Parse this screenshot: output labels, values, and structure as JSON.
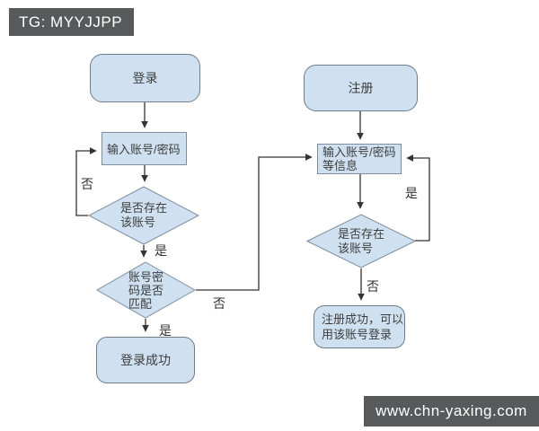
{
  "watermark_top": {
    "text": "TG: MYYJJPP"
  },
  "watermark_bottom": {
    "text": "www.chn-yaxing.com"
  },
  "colors": {
    "node_fill": "#cfe1f0",
    "node_border": "#7f8e9c",
    "connector": "#333333",
    "banner_bg": "#58595b",
    "banner_text": "#ffffff",
    "node_text": "#3d3d3d",
    "page_bg": "#ffffff"
  },
  "diagram": {
    "type": "flowchart",
    "login_flow": {
      "start": "登录",
      "input_step": "输入账号/密码",
      "decision_account_exists": "是否存在\n该账号",
      "decision_password_match": "账号密\n码是否\n匹配",
      "end": "登录成功"
    },
    "register_flow": {
      "start": "注册",
      "input_step": "输入账号/密码\n等信息",
      "decision_account_exists": "是否存在\n该账号",
      "end": "注册成功，可以\n用该账号登录"
    },
    "edge_labels": {
      "login_exists_no": "否",
      "login_exists_yes": "是",
      "login_match_no": "否",
      "login_match_yes": "是",
      "register_exists_yes": "是",
      "register_exists_no": "否"
    }
  }
}
